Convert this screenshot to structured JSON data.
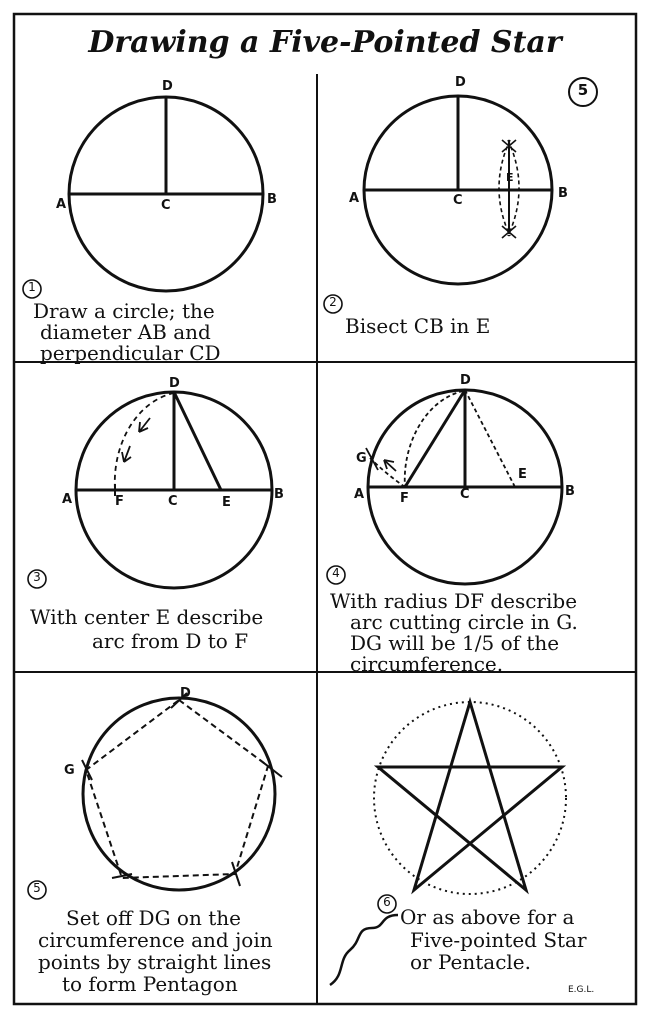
{
  "title": "Drawing a Five-Pointed Star",
  "plate_number": "5",
  "signature": "E.G.L.",
  "panels": [
    {
      "number": "1",
      "caption": [
        "Draw a circle; the",
        "diameter AB and",
        "perpendicular CD"
      ],
      "labels": [
        "D",
        "A",
        "C",
        "B"
      ]
    },
    {
      "number": "2",
      "caption": [
        "Bisect CB in E"
      ],
      "labels": [
        "D",
        "A",
        "C",
        "E",
        "B"
      ]
    },
    {
      "number": "3",
      "caption": [
        "With center E describe",
        "arc from D to F"
      ],
      "labels": [
        "D",
        "A",
        "F",
        "C",
        "E",
        "B"
      ]
    },
    {
      "number": "4",
      "caption": [
        "With radius DF describe",
        "arc cutting circle in G.",
        "DG will be 1/5 of the",
        "circumference."
      ],
      "labels": [
        "D",
        "G",
        "A",
        "F",
        "C",
        "E",
        "B"
      ]
    },
    {
      "number": "5",
      "caption": [
        "Set off DG on the",
        "circumference and join",
        "points by straight lines",
        "to form Pentagon"
      ],
      "labels": [
        "D",
        "G"
      ]
    },
    {
      "number": "6",
      "caption": [
        "Or as above for a",
        "Five-pointed Star",
        "or Pentacle."
      ],
      "labels": []
    }
  ]
}
